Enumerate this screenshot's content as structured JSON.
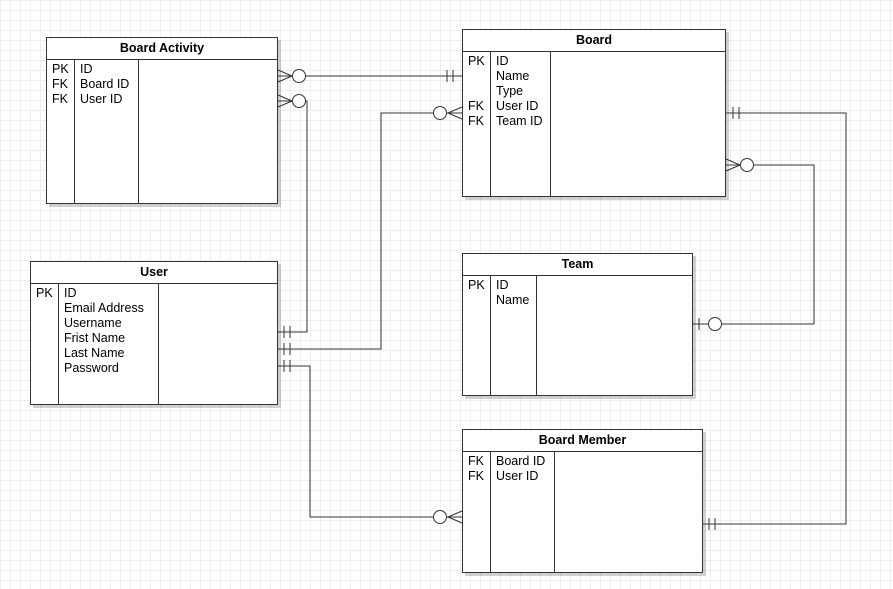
{
  "entities": {
    "board_activity": {
      "title": "Board Activity",
      "rows": [
        {
          "key": "PK",
          "attr": "ID"
        },
        {
          "key": "FK",
          "attr": "Board ID"
        },
        {
          "key": "FK",
          "attr": "User ID"
        }
      ]
    },
    "board": {
      "title": "Board",
      "rows": [
        {
          "key": "PK",
          "attr": "ID"
        },
        {
          "key": "",
          "attr": "Name"
        },
        {
          "key": "",
          "attr": "Type"
        },
        {
          "key": "FK",
          "attr": "User ID"
        },
        {
          "key": "FK",
          "attr": "Team ID"
        }
      ]
    },
    "user": {
      "title": "User",
      "rows": [
        {
          "key": "PK",
          "attr": "ID"
        },
        {
          "key": "",
          "attr": "Email Address"
        },
        {
          "key": "",
          "attr": "Username"
        },
        {
          "key": "",
          "attr": "Frist Name"
        },
        {
          "key": "",
          "attr": "Last Name"
        },
        {
          "key": "",
          "attr": "Password"
        }
      ]
    },
    "team": {
      "title": "Team",
      "rows": [
        {
          "key": "PK",
          "attr": "ID"
        },
        {
          "key": "",
          "attr": "Name"
        }
      ]
    },
    "board_member": {
      "title": "Board Member",
      "rows": [
        {
          "key": "FK",
          "attr": "Board ID"
        },
        {
          "key": "FK",
          "attr": "User ID"
        }
      ]
    }
  },
  "colors": {
    "grid": "#eeeeee",
    "line": "#333333",
    "text": "#000000"
  }
}
